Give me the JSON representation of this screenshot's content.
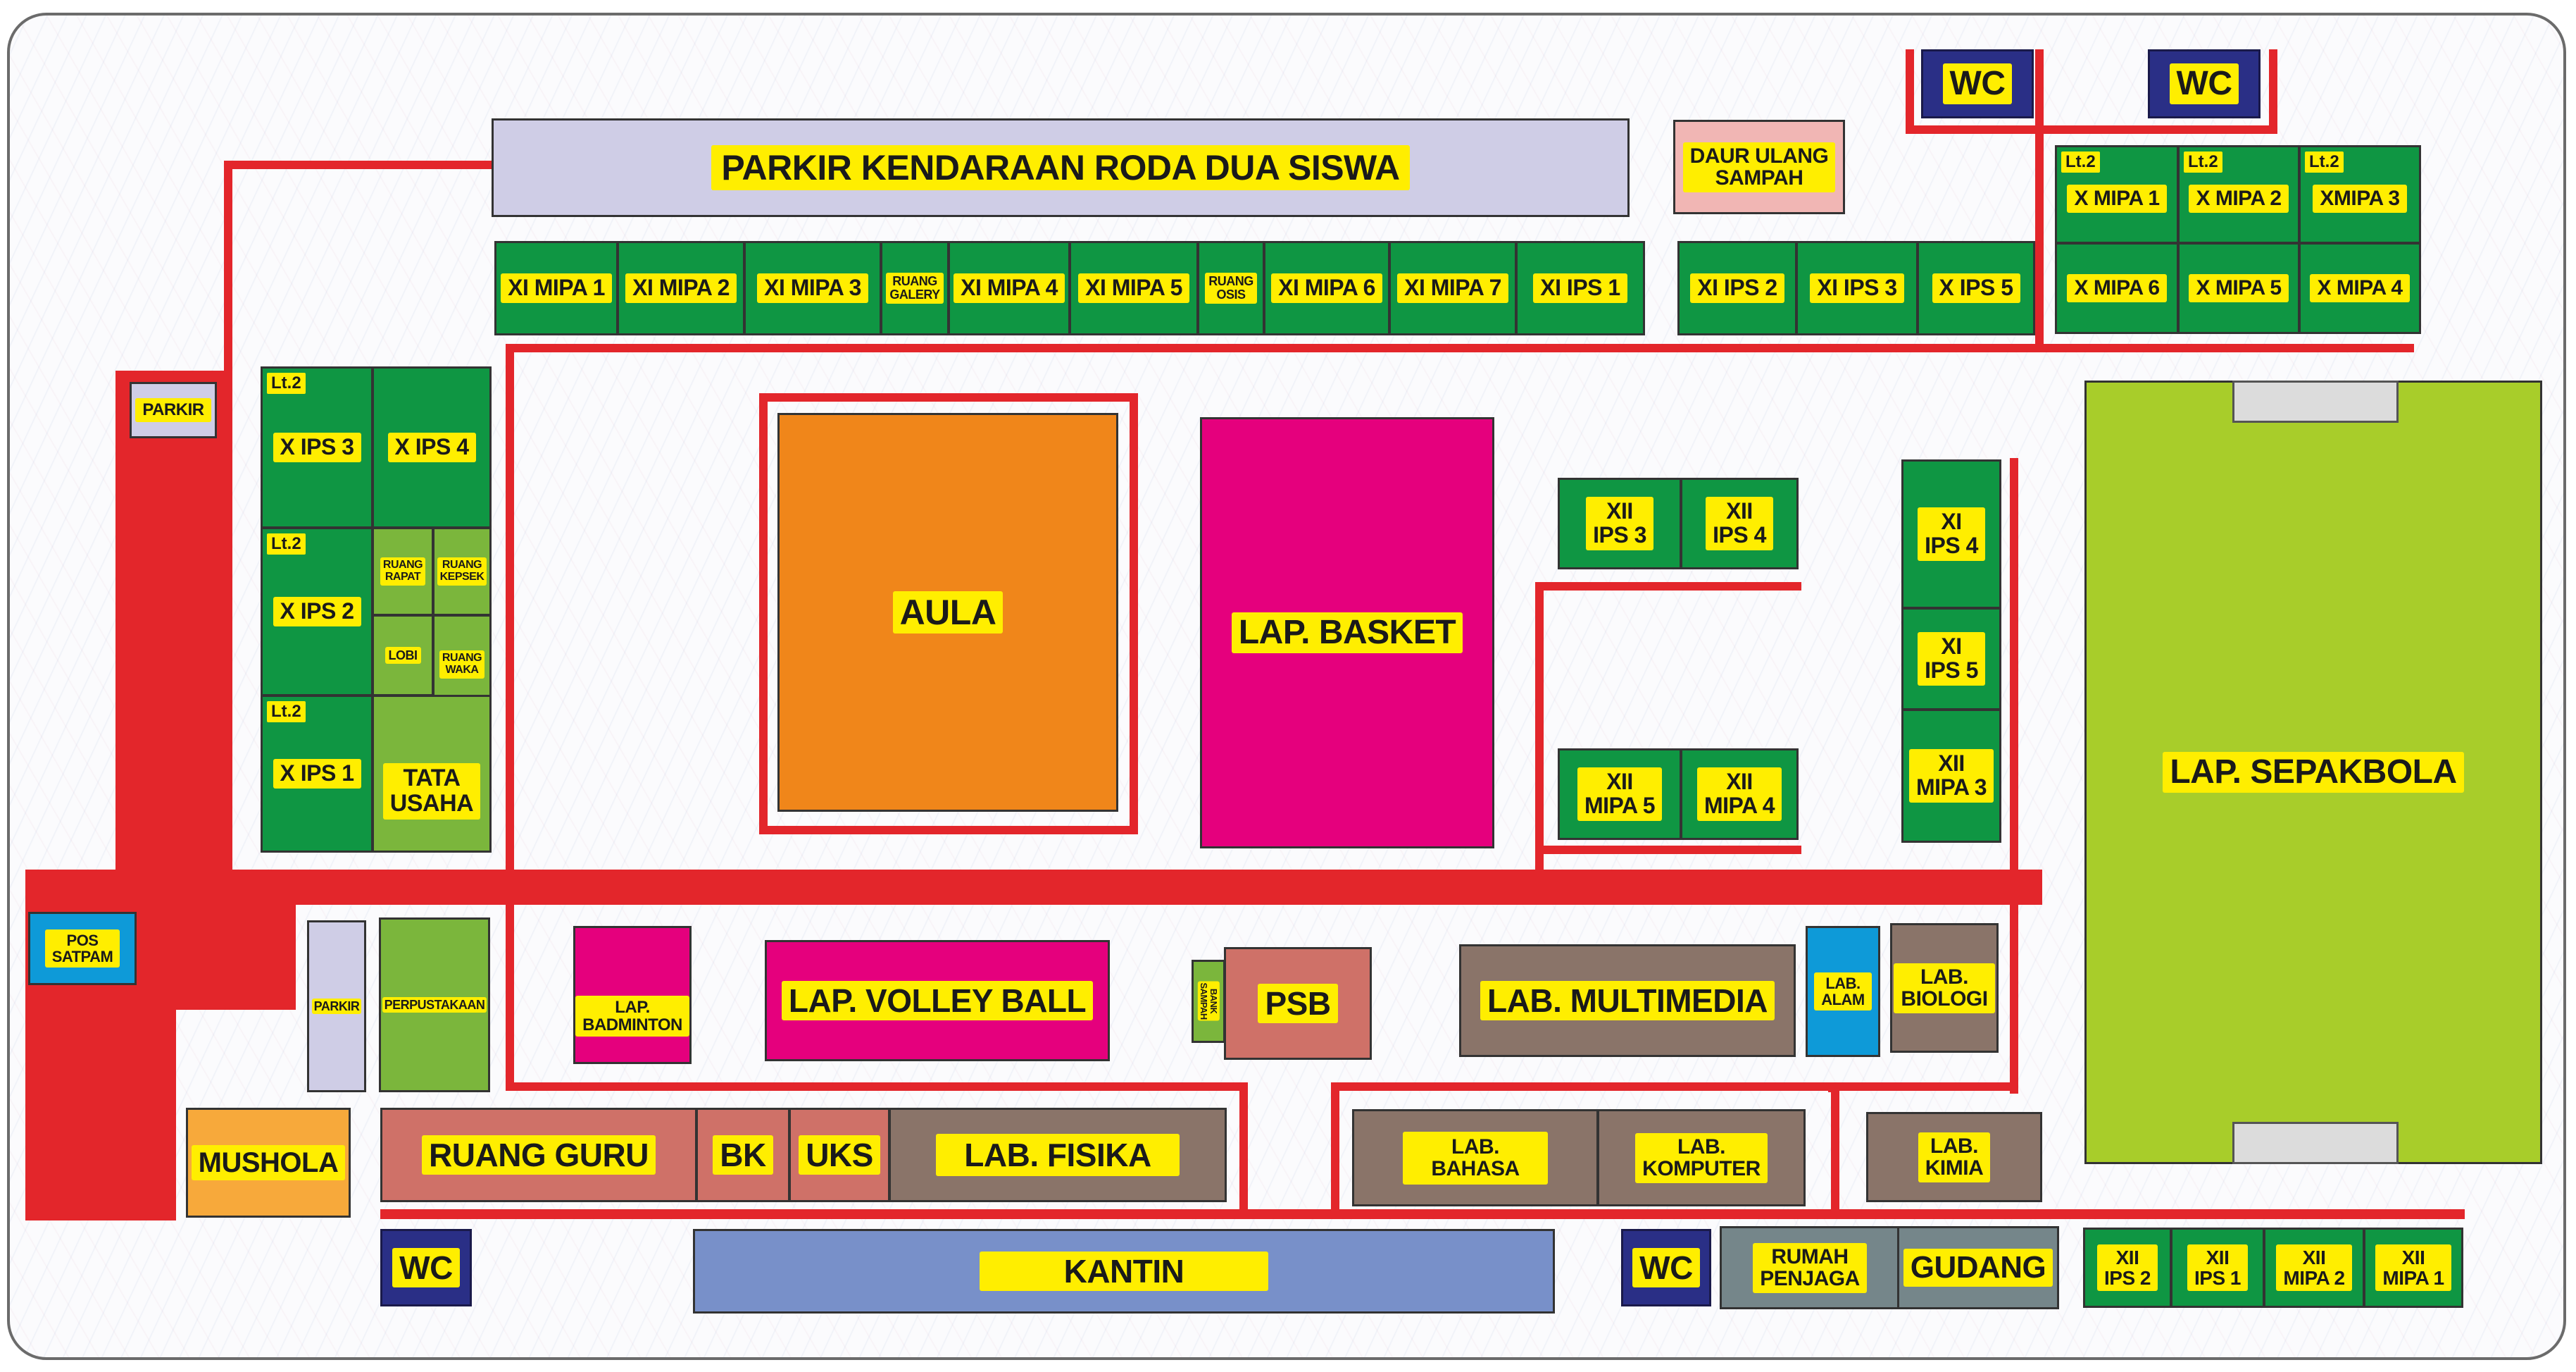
{
  "colors": {
    "road": "#e3262b",
    "class_green": "#0f9643",
    "light_green": "#7bb63c",
    "label_yellow": "#ffee00",
    "aula_orange": "#f0861a",
    "magenta": "#e5007d",
    "lavender": "#cfcde6",
    "field_green": "#a8cd2a",
    "brown": "#8a7469",
    "salmon": "#cf7168",
    "blue": "#0e9ad8",
    "navy": "#2a2f86",
    "kantin_blue": "#7890c9",
    "mushola_orange": "#f7a93b",
    "pink": "#f1b6b4",
    "gray_blue": "#75868a"
  },
  "labels": {
    "parkir_roda_dua": "PARKIR KENDARAAN RODA DUA SISWA",
    "daur_ulang": "DAUR ULANG\nSAMPAH",
    "wc": "WC",
    "lt2": "Lt.2",
    "xi_mipa_1": "XI MIPA 1",
    "xi_mipa_2": "XI MIPA 2",
    "xi_mipa_3": "XI MIPA 3",
    "ruang_galery": "RUANG\nGALERY",
    "xi_mipa_4": "XI MIPA 4",
    "xi_mipa_5": "XI MIPA 5",
    "ruang_osis": "RUANG\nOSIS",
    "xi_mipa_6": "XI MIPA 6",
    "xi_mipa_7": "XI MIPA 7",
    "xi_ips_1": "XI IPS 1",
    "xi_ips_2": "XI IPS 2",
    "xi_ips_3": "XI IPS 3",
    "x_ips_5": "X IPS 5",
    "x_mipa_1": "X MIPA 1",
    "x_mipa_2": "X MIPA 2",
    "x_mipa_3": "XMIPA 3",
    "x_mipa_6": "X MIPA 6",
    "x_mipa_5": "X MIPA 5",
    "x_mipa_4": "X MIPA 4",
    "parkir": "PARKIR",
    "x_ips_3": "X IPS 3",
    "x_ips_4": "X IPS 4",
    "x_ips_2": "X IPS 2",
    "ruang_rapat": "RUANG\nRAPAT",
    "ruang_kepsek": "RUANG\nKEPSEK",
    "lobi": "LOBI",
    "ruang_waka": "RUANG\nWAKA",
    "x_ips_1": "X IPS 1",
    "tata_usaha": "TATA\nUSAHA",
    "aula": "AULA",
    "lap_basket": "LAP. BASKET",
    "xii_ips_3": "XII\nIPS 3",
    "xii_ips_4": "XII\nIPS 4",
    "xii_mipa_5": "XII\nMIPA 5",
    "xii_mipa_4": "XII\nMIPA 4",
    "xi_ips_4": "XI\nIPS 4",
    "xi_ips_5": "XI\nIPS 5",
    "xii_mipa_3": "XII\nMIPA 3",
    "lap_sepakbola": "LAP. SEPAKBOLA",
    "pos_satpam": "POS\nSATPAM",
    "perpustakaan": "PERPUSTAKAAN",
    "lap_badminton": "LAP.\nBADMINTON",
    "lap_volley": "LAP. VOLLEY BALL",
    "bank_sampah": "BANK\nSAMPAH",
    "psb": "PSB",
    "lab_multimedia": "LAB. MULTIMEDIA",
    "lab_alam": "LAB.\nALAM",
    "lab_biologi": "LAB.\nBIOLOGI",
    "mushola": "MUSHOLA",
    "ruang_guru": "RUANG GURU",
    "bk": "BK",
    "uks": "UKS",
    "lab_fisika": "LAB. FISIKA",
    "lab_bahasa": "LAB.\nBAHASA",
    "lab_komputer": "LAB.\nKOMPUTER",
    "lab_kimia": "LAB.\nKIMIA",
    "kantin": "KANTIN",
    "rumah_penjaga": "RUMAH\nPENJAGA",
    "gudang": "GUDANG",
    "xii_ips_2": "XII\nIPS 2",
    "xii_ips_1": "XII\nIPS 1",
    "xii_mipa_2": "XII\nMIPA 2",
    "xii_mipa_1": "XII\nMIPA 1"
  }
}
